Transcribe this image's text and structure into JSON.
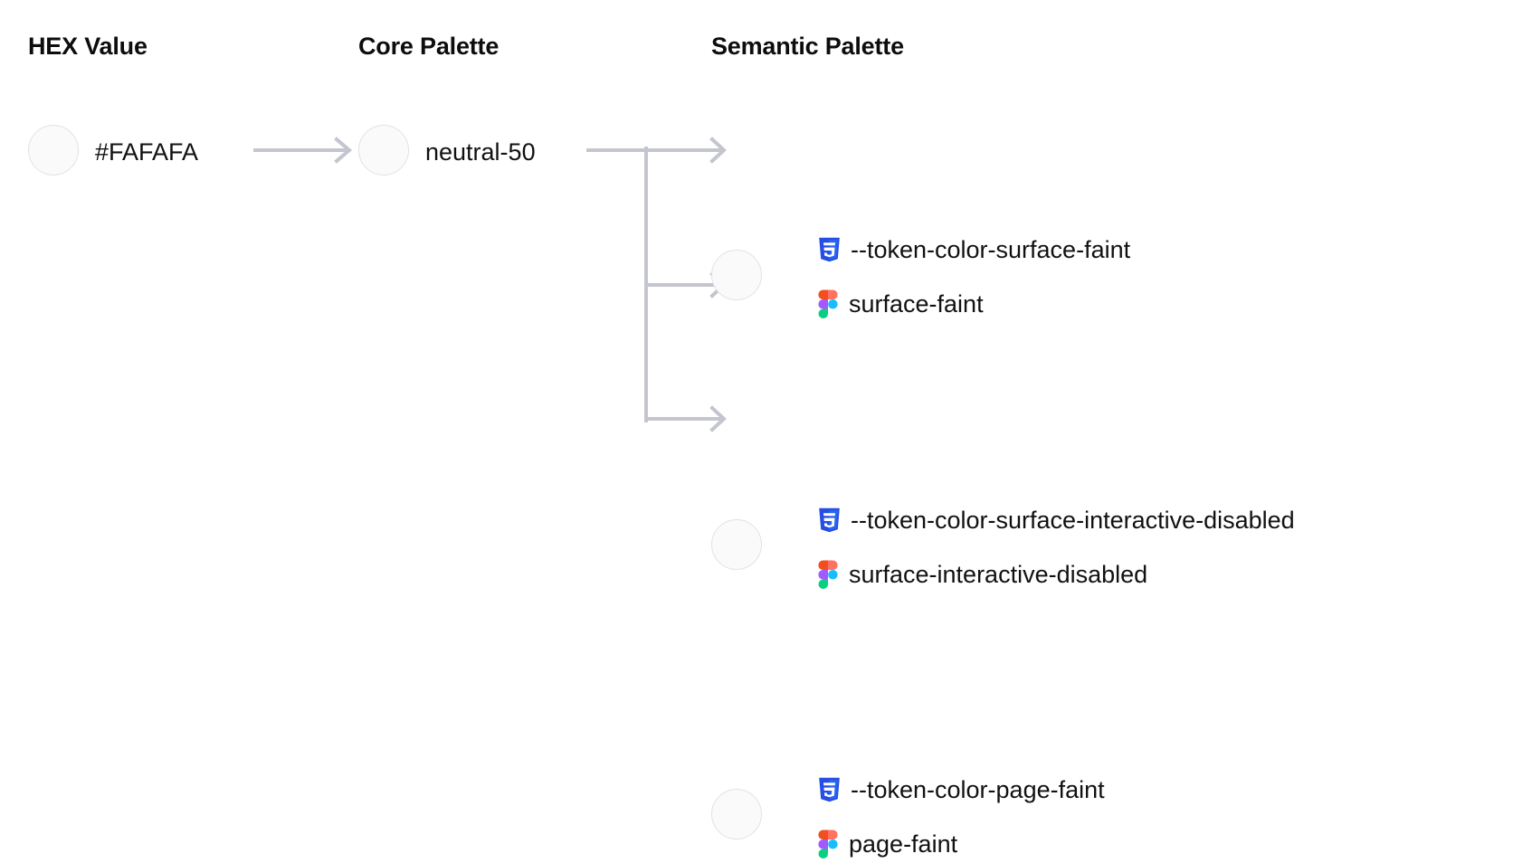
{
  "columns": {
    "hex": "HEX Value",
    "core": "Core Palette",
    "semantic": "Semantic Palette"
  },
  "hex": {
    "swatch_color": "#FAFAFA",
    "value": "#FAFAFA"
  },
  "core": {
    "swatch_color": "#FAFAFA",
    "value": "neutral-50"
  },
  "semantic": {
    "swatch_color": "#FAFAFA",
    "rows": [
      {
        "css_token": "--token-color-surface-faint",
        "figma_token": "surface-faint"
      },
      {
        "css_token": "--token-color-surface-interactive-disabled",
        "figma_token": "surface-interactive-disabled"
      },
      {
        "css_token": "--token-color-page-faint",
        "figma_token": "page-faint"
      }
    ]
  },
  "icons": {
    "css": "css3-icon",
    "figma": "figma-icon",
    "arrow": "arrow-right-icon"
  },
  "colors": {
    "background": "#FFFFFF",
    "text": "#111111",
    "connector": "#C3C6CE",
    "swatch_border": "#E2E2E6",
    "css_blue": "#264DE4",
    "css_blue_light": "#2965F1",
    "figma_orange": "#FF7262",
    "figma_red": "#F24E1E",
    "figma_purple": "#A259FF",
    "figma_blue": "#1ABCFE",
    "figma_green": "#0ACF83"
  }
}
